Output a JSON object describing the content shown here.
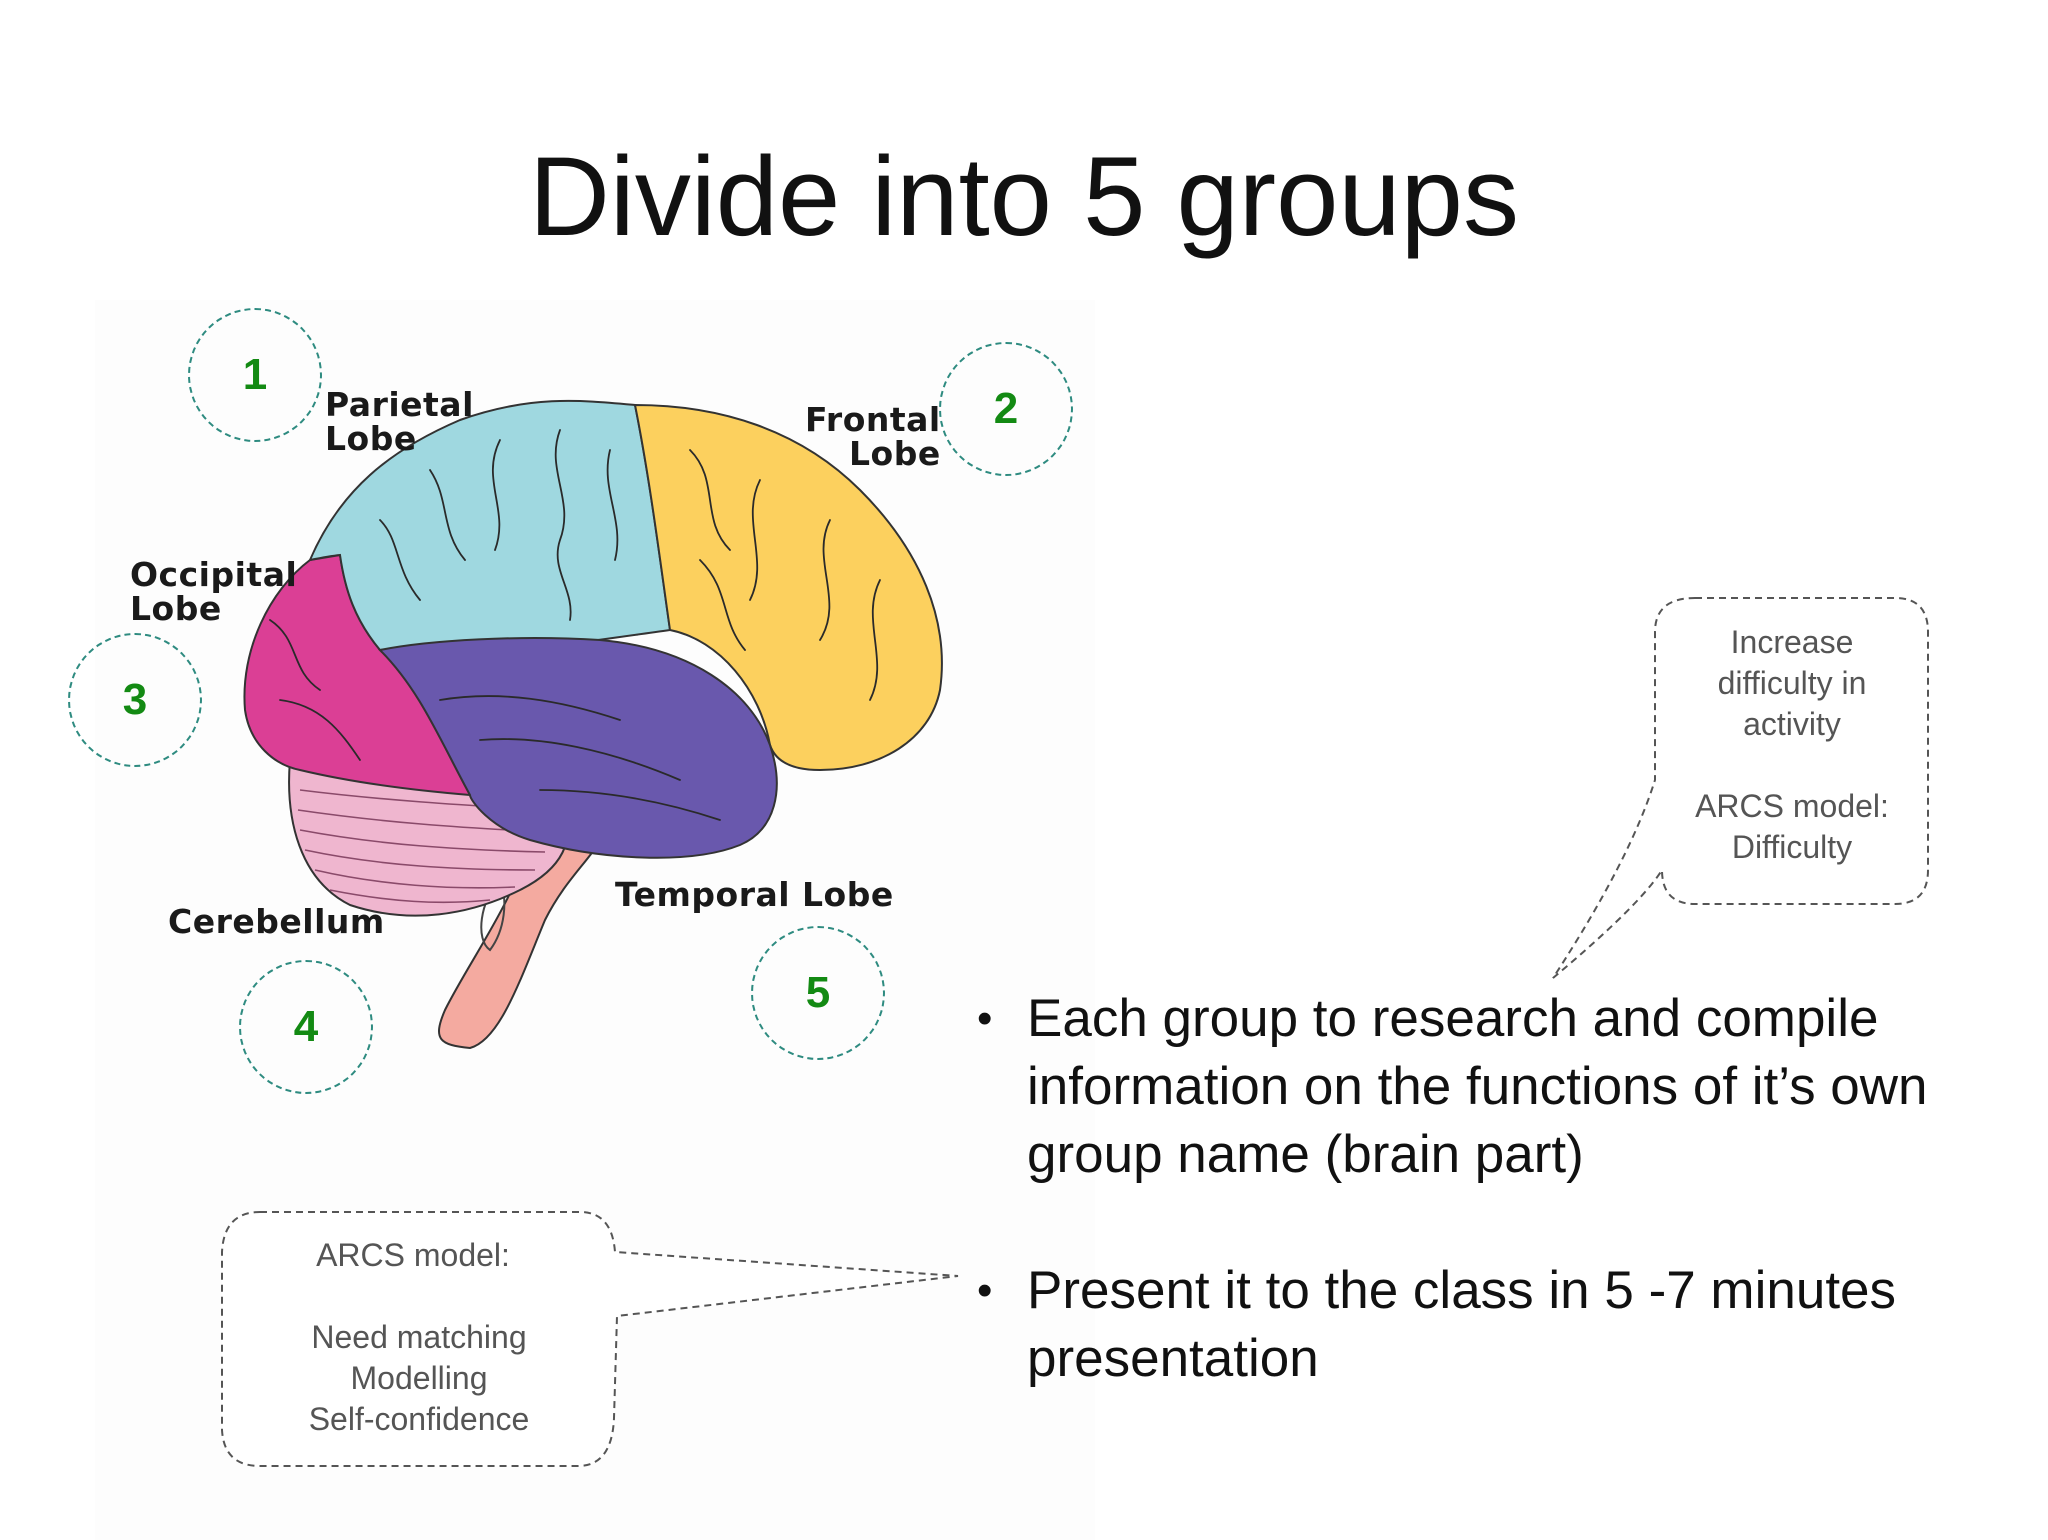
{
  "slide": {
    "title": "Divide into 5 groups"
  },
  "brain_labels": {
    "parietal": "Parietal\nLobe",
    "frontal": "Frontal\nLobe",
    "occipital": "Occipital\nLobe",
    "cerebellum": "Cerebellum",
    "temporal": "Temporal Lobe"
  },
  "groups": [
    "1",
    "2",
    "3",
    "4",
    "5"
  ],
  "callouts": {
    "right": {
      "line1": "Increase",
      "line2": "difficulty in",
      "line3": "activity",
      "line4": "ARCS model:",
      "line5": "Difficulty"
    },
    "left": {
      "line1": "ARCS model:",
      "line2": "Need matching",
      "line3": "Modelling",
      "line4": "Self-confidence"
    }
  },
  "bullets": [
    "Each group to research and compile information on the functions of it’s own group name (brain part)",
    "Present it to the class in 5 -7 minutes presentation"
  ],
  "colors": {
    "parietal": "#9fd8e0",
    "frontal": "#fcd05e",
    "occipital": "#db3f95",
    "temporal": "#6958ad",
    "cerebellum": "#efb6cf",
    "brainstem": "#f4aaa0",
    "group_number": "#138a13",
    "circle_border": "#2e8b80"
  }
}
